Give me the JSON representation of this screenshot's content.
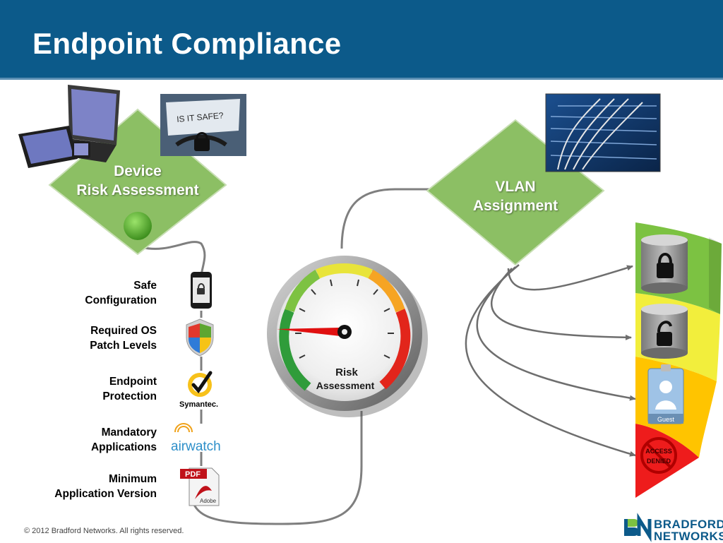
{
  "slide": {
    "title": "Endpoint Compliance",
    "footer": "© 2012 Bradford Networks. All rights reserved."
  },
  "device_diamond": {
    "line1": "Device",
    "line2": "Risk Assessment"
  },
  "vlan_diamond": {
    "line1": "VLAN",
    "line2": "Assignment"
  },
  "photo_caption": "IS IT SAFE?",
  "checks": [
    {
      "line1": "Safe",
      "line2": "Configuration",
      "icon": "smartphone-lock-icon"
    },
    {
      "line1": "Required OS",
      "line2": "Patch Levels",
      "icon": "windows-shield-icon"
    },
    {
      "line1": "Endpoint",
      "line2": "Protection",
      "icon": "symantec-check-icon"
    },
    {
      "line1": "Mandatory",
      "line2": "Applications",
      "icon": "airwatch-logo-icon"
    },
    {
      "line1": "Minimum",
      "line2": "Application Version",
      "icon": "adobe-pdf-icon"
    }
  ],
  "brands": {
    "symantec": "Symantec.",
    "airwatch": "airwatch",
    "pdf": "PDF",
    "adobe": "Adobe"
  },
  "gauge": {
    "line1": "Risk",
    "line2": "Assessment",
    "needle_value": 0.0
  },
  "access_levels": [
    {
      "name": "locked",
      "color": "#7cc242",
      "icon": "lock-icon"
    },
    {
      "name": "unlocked",
      "color": "#f2ee3c",
      "icon": "unlock-icon"
    },
    {
      "name": "guest",
      "color": "#ffc400",
      "icon": "guest-badge-icon",
      "label": "Guest"
    },
    {
      "name": "denied",
      "color": "#ee1c1c",
      "icon": "access-denied-icon",
      "label1": "ACCESS",
      "label2": "DENIED"
    }
  ],
  "logo": {
    "mark": "BN",
    "line1": "BRADFORD",
    "line2": "NETWORKS"
  },
  "colors": {
    "header": "#0c5a8a",
    "diamond": "#8cbf64",
    "indicator": "#66b832",
    "needle": "#e01010"
  }
}
